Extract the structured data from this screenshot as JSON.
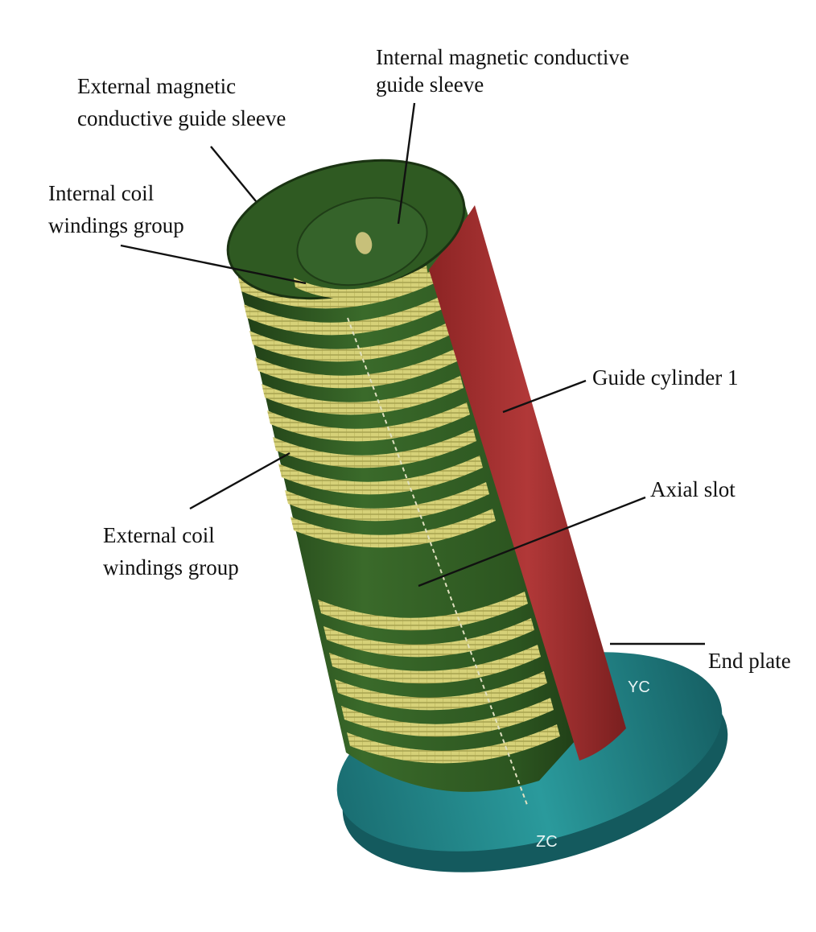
{
  "labels": {
    "internal_sleeve_line1": "Internal magnetic conductive",
    "internal_sleeve_line2": "guide sleeve",
    "external_sleeve_line1": "External magnetic",
    "external_sleeve_line2": "conductive guide sleeve",
    "internal_coil_line1": "Internal coil",
    "internal_coil_line2": "windings group",
    "guide_cylinder": "Guide cylinder 1",
    "axial_slot": "Axial slot",
    "external_coil_line1": "External coil",
    "external_coil_line2": "windings group",
    "end_plate": "End plate"
  },
  "axis_markers": {
    "zc": "ZC",
    "yc": "YC"
  },
  "colors": {
    "sleeve_green": "#2f5a22",
    "sleeve_dark": "#1f3d17",
    "winding_yellow": "#d9d47a",
    "guide_red": "#a23030",
    "end_plate_teal": "#238c8f"
  }
}
